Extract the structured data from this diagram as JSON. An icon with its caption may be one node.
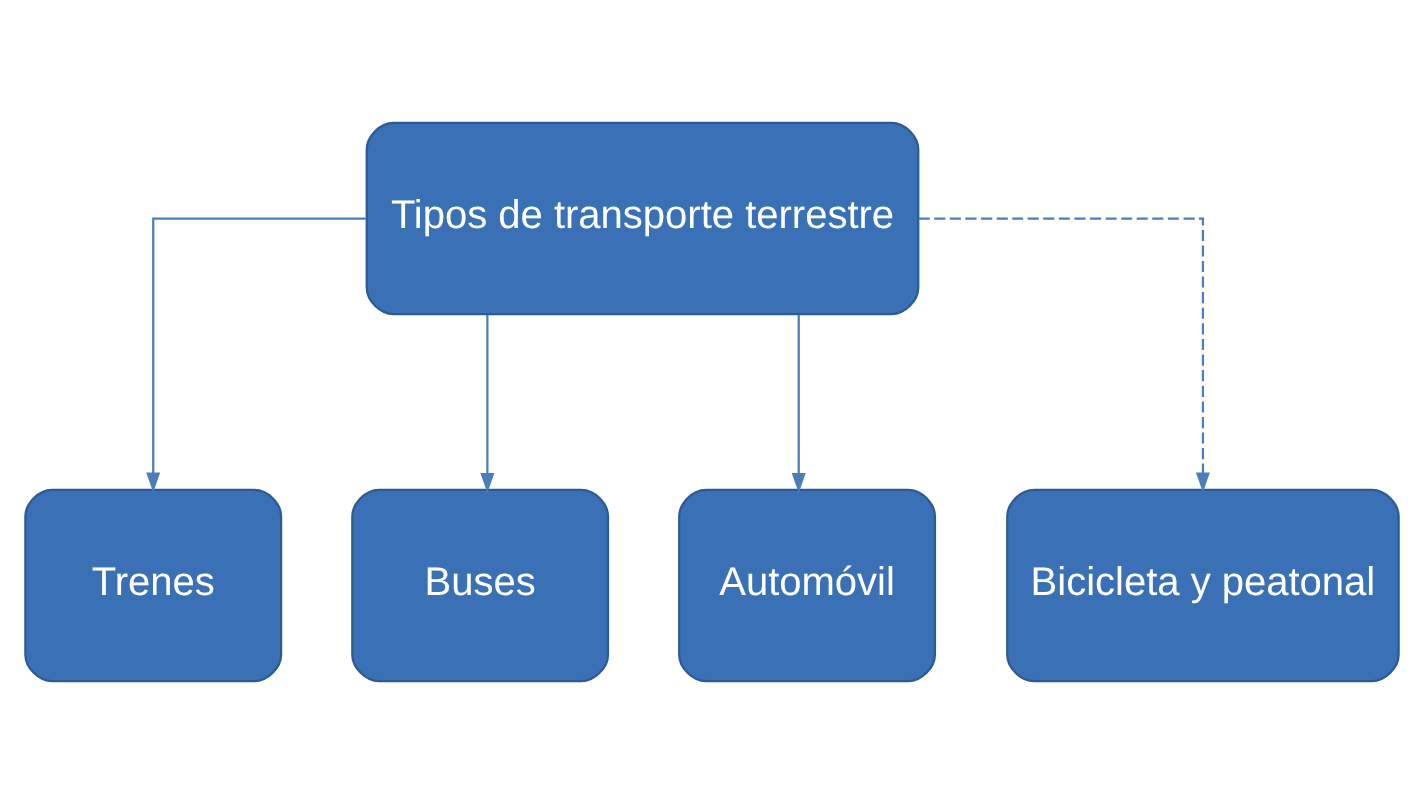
{
  "diagram": {
    "nodes": [
      {
        "text": [
          "Tipos de transporte terrestre"
        ]
      },
      {
        "text": [
          "Trenes"
        ]
      },
      {
        "text": [
          "Buses"
        ]
      },
      {
        "text": [
          "Automóvil"
        ]
      },
      {
        "text": [
          "Bicicleta y peatonal"
        ]
      }
    ],
    "edges": [
      {
        "from": 0,
        "to": 1,
        "arrow": "to"
      },
      {
        "from": 0,
        "to": 2,
        "arrow": "to"
      },
      {
        "from": 0,
        "to": 3,
        "arrow": "to"
      },
      {
        "from": 0,
        "to": 4,
        "arrow": "to",
        "style": "dashed"
      }
    ]
  }
}
